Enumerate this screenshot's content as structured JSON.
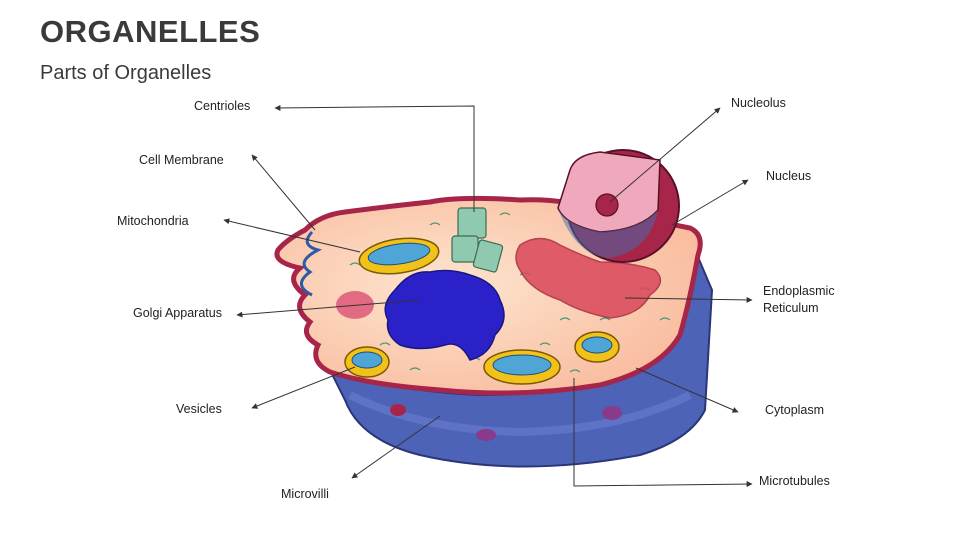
{
  "header": {
    "title": "ORGANELLES",
    "subtitle": "Parts of Organelles"
  },
  "labels": {
    "centrioles": "Centrioles",
    "cell_membrane": "Cell Membrane",
    "mitochondria": "Mitochondria",
    "golgi_apparatus": "Golgi Apparatus",
    "vesicles": "Vesicles",
    "microvilli": "Microvilli",
    "nucleolus": "Nucleolus",
    "nucleus": "Nucleus",
    "er_line1": "Endoplasmic",
    "er_line2": "Reticulum",
    "cytoplasm": "Cytoplasm",
    "microtubules": "Microtubules"
  },
  "colors": {
    "title_text": "#3a3a3a",
    "membrane": "#a8254a",
    "cytoplasm": "#fbd3b4",
    "cell_side": "#4d63b8",
    "golgi": "#2a22c8",
    "er": "#d9475a",
    "nucleus": "#a8254a",
    "mitochondria_outer": "#f2c21a",
    "mitochondria_inner": "#4fa6d6",
    "centrioles": "#8fc9b0"
  }
}
